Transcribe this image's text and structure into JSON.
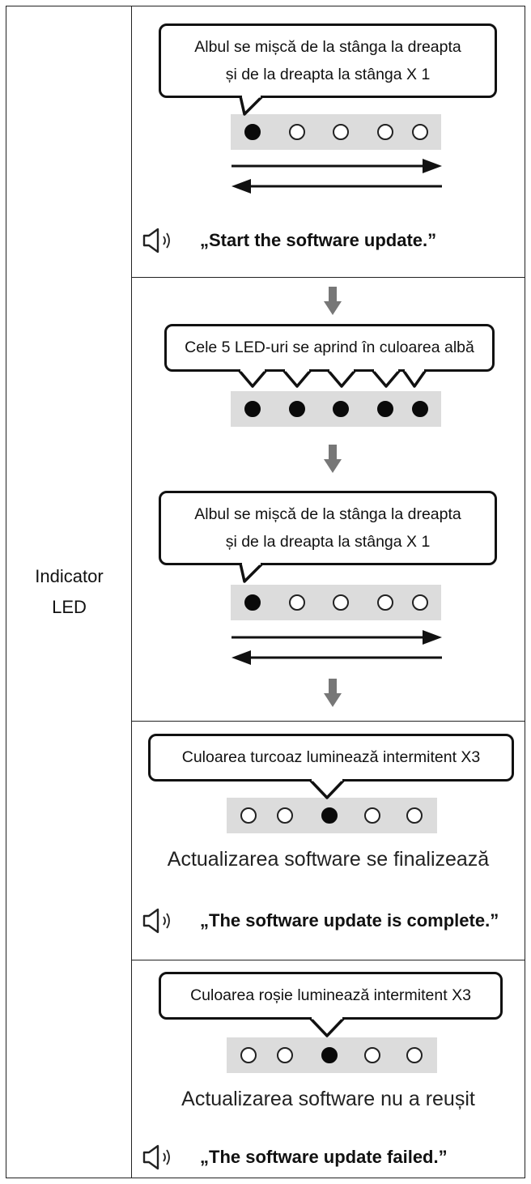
{
  "label": {
    "line1": "Indicator",
    "line2": "LED"
  },
  "sections": [
    {
      "bubble_line1": "Albul se mișcă de la stânga la dreapta",
      "bubble_line2": "și de la dreapta la stânga X 1",
      "leds": [
        true,
        false,
        false,
        false,
        false
      ],
      "bidirectional_arrows": true,
      "voice_text": "„Start the software  update.”"
    },
    {
      "bubble_line1": "Cele 5 LED-uri se aprind în culoarea albă",
      "leds": [
        true,
        true,
        true,
        true,
        true
      ]
    },
    {
      "bubble_line1": "Albul se mișcă de la stânga la dreapta",
      "bubble_line2": "și de la dreapta la stânga X 1",
      "leds": [
        true,
        false,
        false,
        false,
        false
      ],
      "bidirectional_arrows": true
    },
    {
      "bubble_line1": "Culoarea turcoaz luminează intermitent X3",
      "leds": [
        false,
        false,
        true,
        false,
        false
      ],
      "caption": "Actualizarea software se finalizează",
      "voice_text": "„The software update is complete.”"
    },
    {
      "bubble_line1": "Culoarea roșie luminează intermitent X3",
      "leds": [
        false,
        false,
        true,
        false,
        false
      ],
      "caption": "Actualizarea software nu a reușit",
      "voice_text": "„The software update failed.”"
    }
  ],
  "colors": {
    "line": "#111111",
    "led_bar": "#dcdcdc",
    "down_arrow": "#777777"
  }
}
